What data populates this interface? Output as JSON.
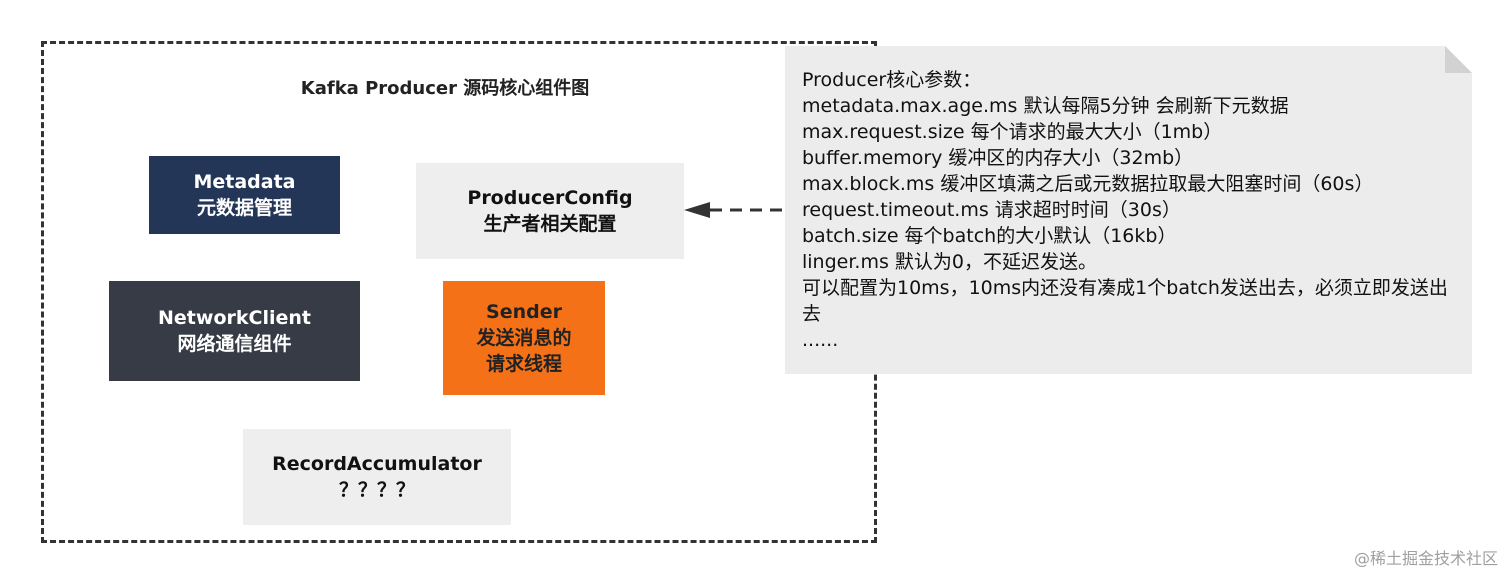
{
  "diagram": {
    "title": "Kafka Producer 源码核心组件图",
    "components": {
      "metadata": {
        "line1": "Metadata",
        "line2": "元数据管理"
      },
      "producer_config": {
        "line1": "ProducerConfig",
        "line2": "生产者相关配置"
      },
      "network_client": {
        "line1": "NetworkClient",
        "line2": "网络通信组件"
      },
      "sender": {
        "line1": "Sender",
        "line2": "发送消息的",
        "line3": "请求线程"
      },
      "record_accumulator": {
        "line1": "RecordAccumulator",
        "line2": "？？？？"
      }
    },
    "note": {
      "lines": [
        "Producer核心参数：",
        "metadata.max.age.ms 默认每隔5分钟 会刷新下元数据",
        "max.request.size 每个请求的最大大小（1mb）",
        "buffer.memory 缓冲区的内存大小（32mb）",
        "max.block.ms 缓冲区填满之后或元数据拉取最大阻塞时间（60s）",
        "request.timeout.ms 请求超时时间（30s）",
        "batch.size 每个batch的大小默认（16kb）",
        "linger.ms 默认为0，不延迟发送。",
        "可以配置为10ms，10ms内还没有凑成1个batch发送出去，必须立即发送出去",
        "......"
      ]
    },
    "colors": {
      "metadata_bg": "#243657",
      "network_client_bg": "#363b45",
      "sender_bg": "#f57117",
      "light_box_bg": "#eeeeee",
      "note_bg": "#ececec"
    }
  },
  "watermark": "@稀土掘金技术社区"
}
